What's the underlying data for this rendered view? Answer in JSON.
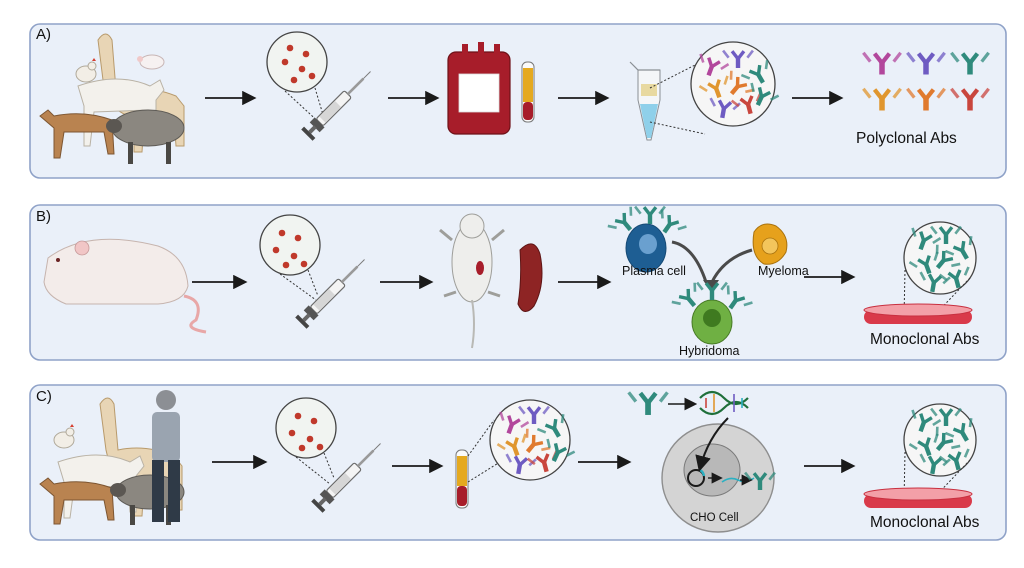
{
  "panels": [
    {
      "letter": "A)",
      "result": "Polyclonal Abs"
    },
    {
      "letter": "B)",
      "result": "Monoclonal Abs",
      "cells": {
        "plasma": "Plasma cell",
        "myeloma": "Myeloma",
        "hybridoma": "Hybridoma"
      }
    },
    {
      "letter": "C)",
      "result": "Monoclonal Abs",
      "cho": "CHO Cell"
    }
  ],
  "colors": {
    "panel_bg": "#eaf0f9",
    "panel_border": "#8fa2c8",
    "antigen": "#c0392b",
    "antibody_colors": [
      "#b2479c",
      "#6e5bc2",
      "#2f8a7c",
      "#e0962e",
      "#e07a2e",
      "#c9463d"
    ]
  }
}
